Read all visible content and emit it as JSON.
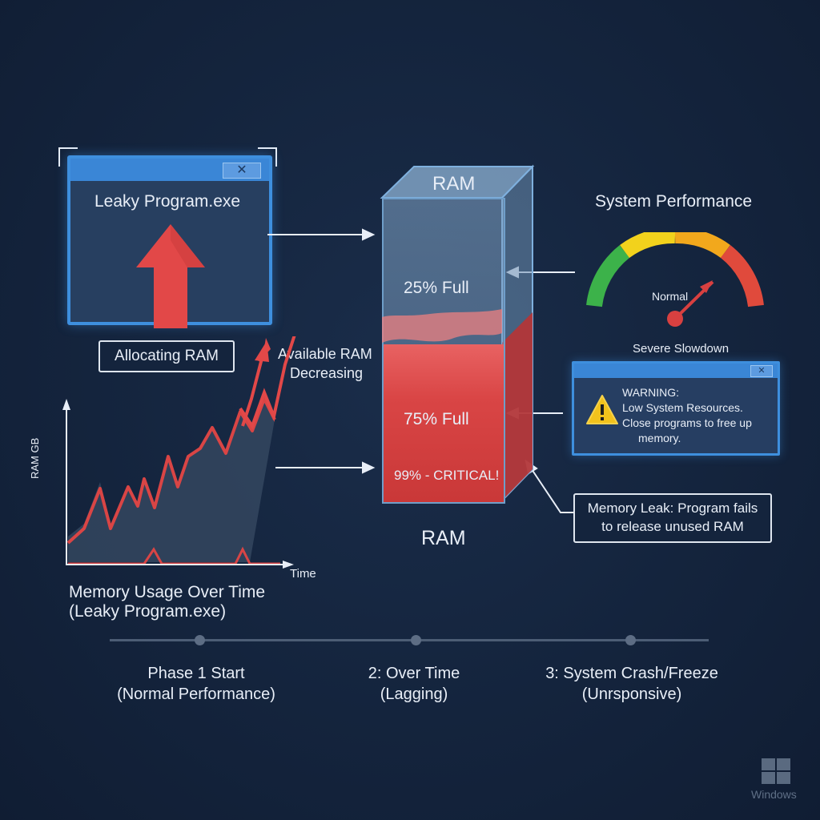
{
  "program_window": {
    "title": "Leaky Program.exe",
    "close_glyph": "✕",
    "icon": "up-arrow-icon"
  },
  "allocating_label": "Allocating RAM",
  "available_label": [
    "Available RAM",
    "Decreasing"
  ],
  "ram": {
    "top_label": "RAM",
    "bottom_label": "RAM",
    "level_25": "25% Full",
    "level_75": "75% Full",
    "level_99": "99% - CRITICAL!",
    "fill_fraction": 0.52
  },
  "performance": {
    "title": "System Performance",
    "needle_label": "Normal",
    "bottom_label": "Severe Slowdown",
    "gauge_colors": [
      "#3cb24a",
      "#f2d21c",
      "#f2a81c",
      "#e04a3c"
    ]
  },
  "warning": {
    "title": "WARNING:",
    "lines": [
      "Low System Resources.",
      "Close programs to free up",
      "memory."
    ],
    "close_glyph": "✕",
    "icon": "warning-triangle-icon"
  },
  "memory_leak_note": [
    "Memory Leak: Program fails",
    "to release unused RAM"
  ],
  "usage_chart": {
    "ylabel": "RAM GB",
    "xlabel": "Time",
    "caption": [
      "Memory Usage Over Time",
      "(Leaky Program.exe)"
    ]
  },
  "timeline": [
    {
      "title": "Phase 1 Start",
      "subtitle": "(Normal Performance)"
    },
    {
      "title": "2: Over Time",
      "subtitle": "(Lagging)"
    },
    {
      "title": "3: System Crash/Freeze",
      "subtitle": "(Unrsponsive)"
    }
  ],
  "watermark": {
    "label": "Windows",
    "icon": "windows-logo-icon"
  },
  "colors": {
    "accent_blue": "#3e8fde",
    "danger_red": "#d94545",
    "background": "#14243d"
  }
}
